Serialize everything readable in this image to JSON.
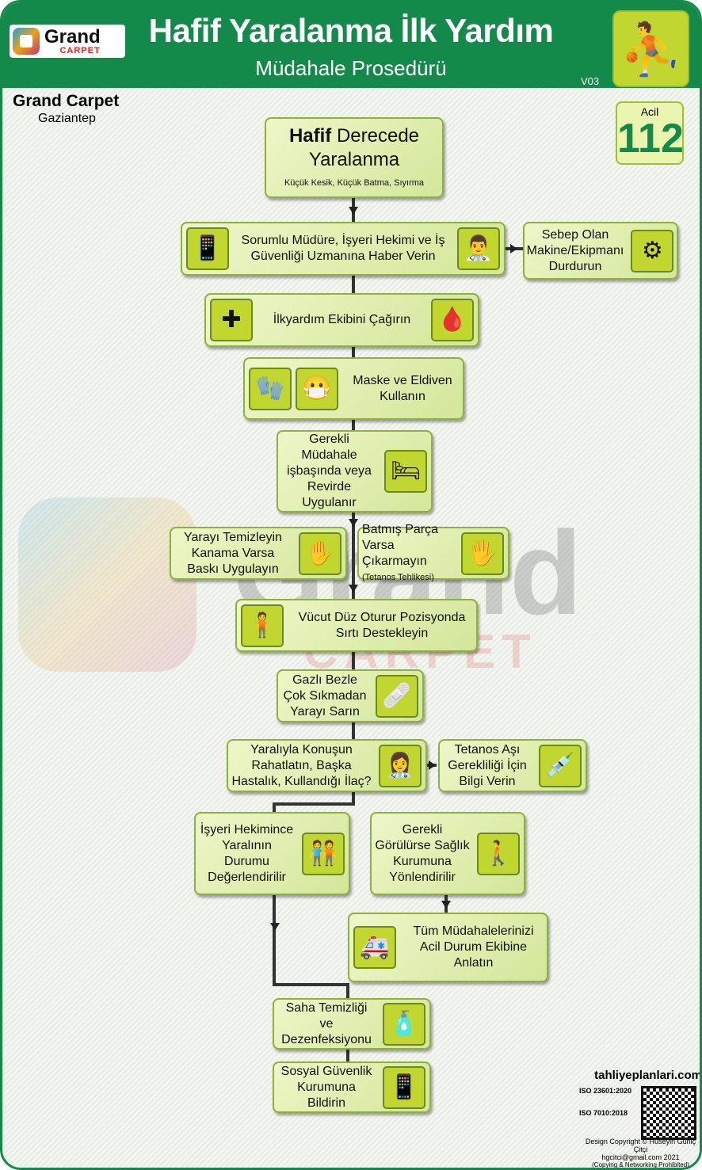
{
  "header": {
    "logo_word": "Grand",
    "logo_sub": "CARPET",
    "title": "Hafif Yaralanma İlk Yardım",
    "subtitle": "Müdahale Prosedürü",
    "version": "V03"
  },
  "company": {
    "name": "Grand Carpet",
    "city": "Gaziantep"
  },
  "emergency": {
    "label": "Acil",
    "number": "112"
  },
  "steps": {
    "s1": {
      "bold": "Hafif",
      "rest": "Derecede",
      "line2": "Yaralanma",
      "note": "Küçük Kesik, Küçük Batma, Sıyırma"
    },
    "s2": "Sorumlu Müdüre, İşyeri Hekimi ve İş Güvenliği Uzmanına Haber Verin",
    "s3": "Sebep Olan Makine/Ekipmanı Durdurun",
    "s4": "İlkyardım Ekibini Çağırın",
    "s5": "Maske ve Eldiven Kullanın",
    "s6": "Gerekli Müdahale işbaşında veya Revirde Uygulanır",
    "s7": "Yarayı Temizleyin Kanama Varsa Baskı Uygulayın",
    "s8": "Batmış Parça Varsa Çıkarmayın",
    "s8_note": "(Tetanos Tehlikesi)",
    "s9": "Vücut Düz Oturur Pozisyonda Sırtı Destekleyin",
    "s10": "Gazlı Bezle Çok Sıkmadan Yarayı Sarın",
    "s11": "Yaralıyla Konuşun Rahatlatın, Başka Hastalık, Kullandığı İlaç?",
    "s12": "Tetanos Aşı Gerekliliği İçin Bilgi Verin",
    "s13": "İşyeri Hekimince Yaralının Durumu Değerlendirilir",
    "s14": "Gerekli Görülürse Sağlık Kurumuna Yönlendirilir",
    "s15": "Tüm Müdahalelerinizi Acil Durum Ekibine Anlatın",
    "s16": "Saha Temizliği ve Dezenfeksiyonu",
    "s17": "Sosyal Güvenlik Kurumuna Bildirin"
  },
  "footer": {
    "site": "tahliyeplanlari.com",
    "iso1": "23601:2020",
    "iso2": "7010:2018",
    "copyright": "Design Copyright © Hüseyin Güniç Çitçi",
    "email": "hgcitci@gmail.com 2021",
    "notice": "(Copying & Networking Prohibited)"
  }
}
